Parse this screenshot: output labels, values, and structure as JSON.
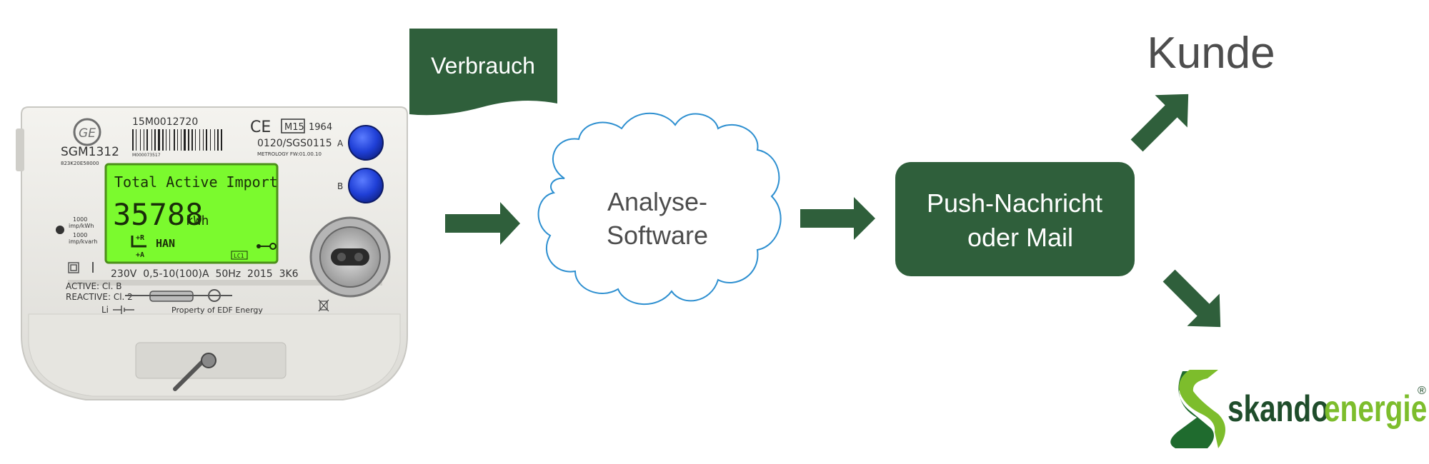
{
  "meter": {
    "serial": "15M0012720",
    "model": "SGM1312",
    "model_sub": "823K20E58000",
    "barcode_sub": "M000073517",
    "ce_mark": "CE",
    "m_code": "M15",
    "year": "1964",
    "approval": "0120/SGS0115",
    "firmware": "METROLOGY FW:01.00.10",
    "button_a": "A",
    "button_b": "B",
    "display_title": "Total Active Import",
    "display_value": "35788",
    "display_unit": "kWh",
    "display_han": "HAN",
    "display_lc": "LC1",
    "display_r": "+R",
    "display_a": "+A",
    "rate_kwh_1": "1000",
    "rate_kwh_2": "imp/kWh",
    "rate_kvarh_1": "1000",
    "rate_kvarh_2": "imp/kvarh",
    "spec_line": "230V  0,5-10(100)A  50Hz  2015  3K6",
    "class_active": "ACTIVE: Cl. B",
    "class_reactive": "REACTIVE: Cl. 2",
    "li_label": "Li",
    "property_label": "Property of EDF Energy",
    "colors": {
      "body": "#ebeae6",
      "lcd": "#7bfa2e",
      "button": "#1f3fd6"
    }
  },
  "flow": {
    "document_label": "Verbrauch",
    "cloud_line1": "Analyse-",
    "cloud_line2": "Software",
    "box_line1": "Push-Nachricht",
    "box_line2": "oder Mail",
    "customer_label": "Kunde"
  },
  "logo": {
    "word1": "skando",
    "word2": "energie",
    "registered": "®"
  },
  "colors": {
    "green": "#2f5f3b",
    "cloud_stroke": "#2d8fd0",
    "text_gray": "#4d4d4d",
    "logo_dark": "#1f4d2b",
    "logo_light": "#7dbd2c"
  }
}
